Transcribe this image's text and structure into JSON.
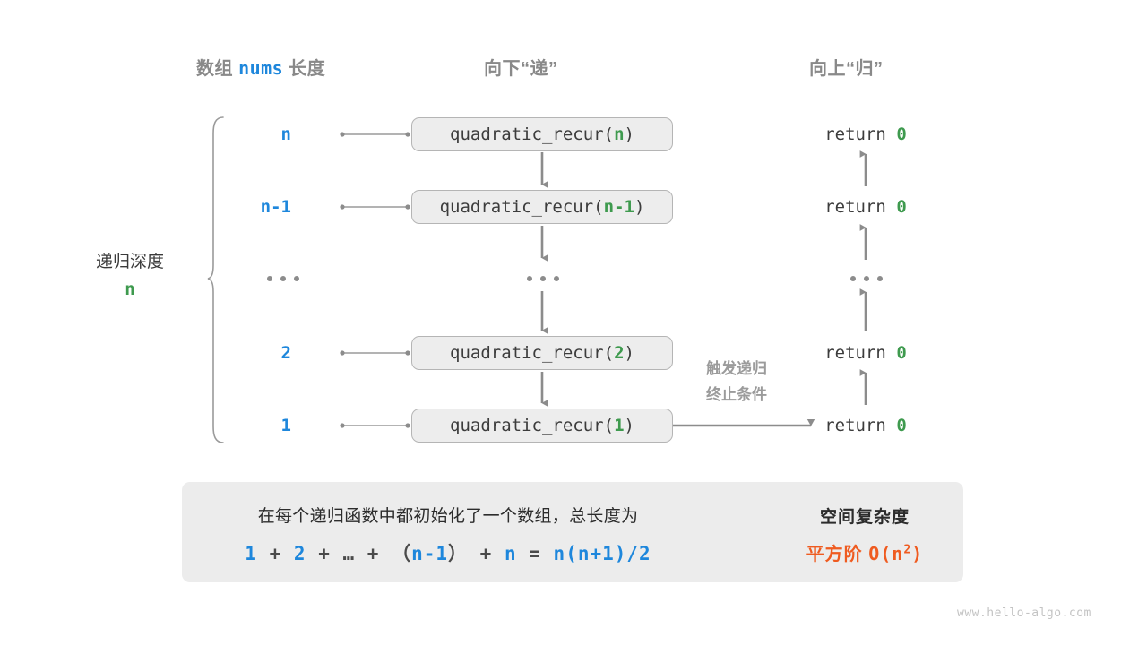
{
  "headers": {
    "left_prefix": "数组 ",
    "left_mono": "nums",
    "left_suffix": " 长度",
    "middle": "向下“递”",
    "right": "向上“归”"
  },
  "depth": {
    "label": "递归深度",
    "value": "n"
  },
  "rows": [
    {
      "size": "n",
      "call_prefix": "quadratic_recur(",
      "call_arg": "n",
      "call_suffix": ")",
      "return": "return ",
      "return_value": "0"
    },
    {
      "size": "n-1",
      "call_prefix": "quadratic_recur(",
      "call_arg": "n-1",
      "call_suffix": ")",
      "return": "return ",
      "return_value": "0"
    },
    {
      "size": "...",
      "call_prefix": "...",
      "call_arg": "",
      "call_suffix": "",
      "return": "...",
      "return_value": ""
    },
    {
      "size": "2",
      "call_prefix": "quadratic_recur(",
      "call_arg": "2",
      "call_suffix": ")",
      "return": "return ",
      "return_value": "0"
    },
    {
      "size": "1",
      "call_prefix": "quadratic_recur(",
      "call_arg": "1",
      "call_suffix": ")",
      "return": "return ",
      "return_value": "0"
    }
  ],
  "trigger_note": {
    "line1": "触发递归",
    "line2": "终止条件"
  },
  "summary": {
    "text": "在每个递归函数中都初始化了一个数组，总长度为",
    "formula": {
      "t1": "1",
      "o1": " + ",
      "t2": "2",
      "o2": " + ",
      "e": "…",
      "o3": " + ",
      "p1": "（",
      "t3": "n-1",
      "p2": "）",
      "o4": " + ",
      "t4": "n",
      "o5": " = ",
      "t5": "n(n+1)/2"
    },
    "right_title": "空间复杂度",
    "right_value_prefix": "平方阶 ",
    "right_value_mono": "O(n",
    "right_value_sup": "2",
    "right_value_tail": ")"
  },
  "watermark": "www.hello-algo.com",
  "colors": {
    "blue": "#1e87dc",
    "green": "#3e9a4e",
    "orange": "#ef5b20",
    "gray_header": "#898989",
    "box_fill": "#ededed",
    "box_border": "#b5b5b5",
    "arrow": "#8c8c8c",
    "summary_fill": "#ececec"
  }
}
